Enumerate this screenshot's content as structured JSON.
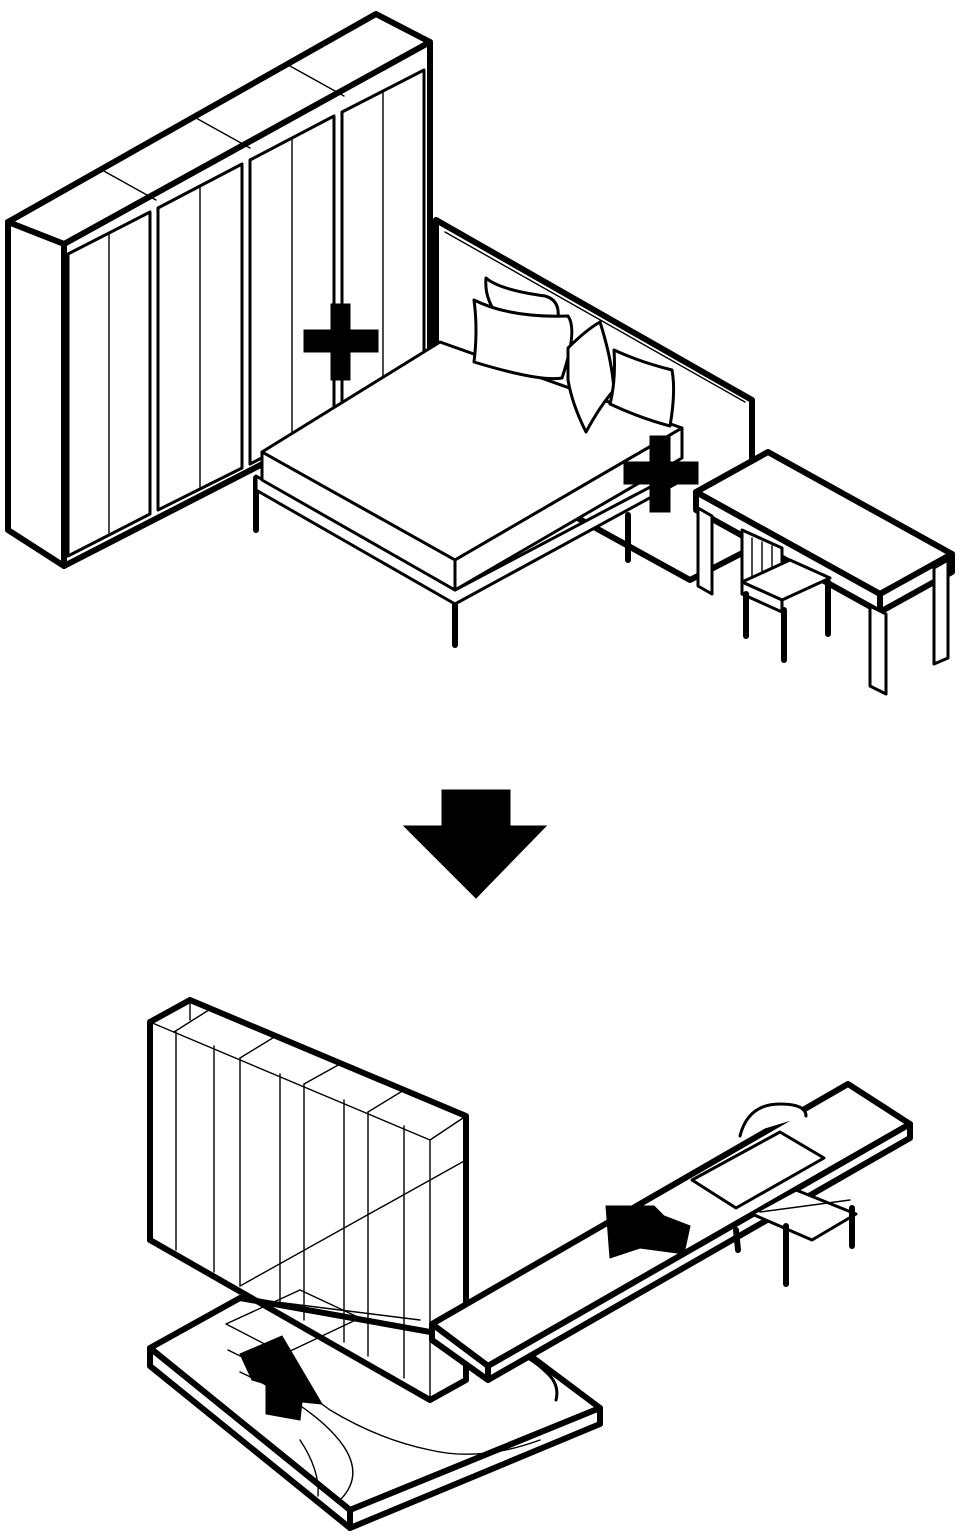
{
  "diagram": {
    "kind": "isometric-transformation-diagram",
    "panels": [
      {
        "id": "before",
        "contents": [
          "wardrobe-icon",
          "bed-icon",
          "desk-icon",
          "chair-icon",
          "plus-icon",
          "plus-icon"
        ]
      },
      {
        "id": "after",
        "contents": [
          "wardrobe-icon",
          "platform-bed-icon",
          "desk-shelf-icon",
          "chair-icon",
          "arrow-up-icon",
          "arrow-left-icon"
        ]
      }
    ],
    "transition": "arrow-down-icon"
  },
  "colors": {
    "stroke": "#000000",
    "fill": "#ffffff"
  }
}
